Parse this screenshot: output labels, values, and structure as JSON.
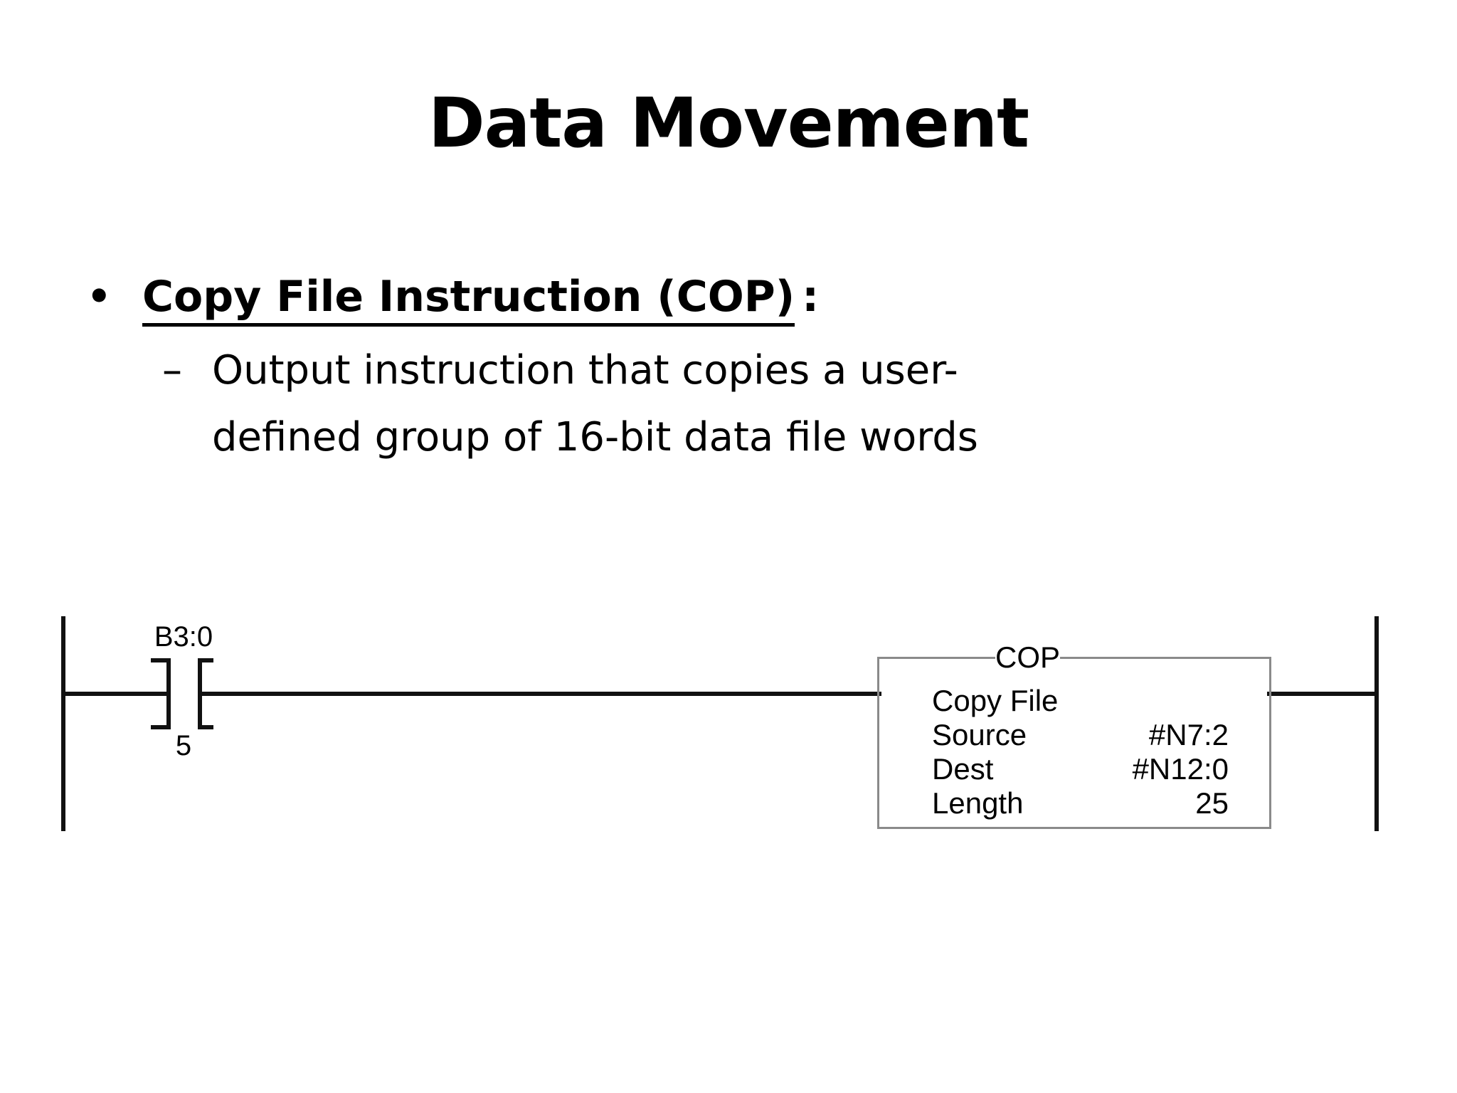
{
  "slide": {
    "title": "Data Movement"
  },
  "bullets": {
    "level1": {
      "marker": "•",
      "text": "Copy File Instruction (COP)",
      "colon": ":"
    },
    "level2": {
      "marker": "–",
      "text": "Output instruction that copies a user-defined group of 16-bit data file words"
    }
  },
  "ladder": {
    "contact": {
      "address": "B3:0",
      "bit_number": "5",
      "type": "normally-open-contact"
    },
    "cop_instruction": {
      "title": "COP",
      "rows": [
        {
          "label": "Copy File",
          "value": ""
        },
        {
          "label": "Source",
          "value": "#N7:2"
        },
        {
          "label": "Dest",
          "value": "#N12:0"
        },
        {
          "label": "Length",
          "value": "25"
        }
      ]
    }
  },
  "colors": {
    "background": "#ffffff",
    "text": "#000000",
    "rail": "#111111",
    "box_border": "#8a8a8a"
  }
}
